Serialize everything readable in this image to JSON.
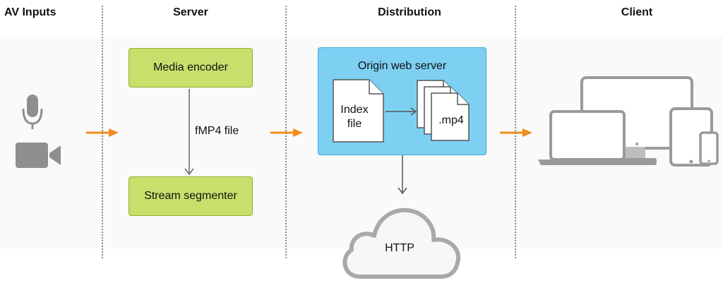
{
  "headers": {
    "av_inputs": "AV Inputs",
    "server": "Server",
    "distribution": "Distribution",
    "client": "Client"
  },
  "server": {
    "encoder": "Media encoder",
    "segmenter": "Stream segmenter",
    "arrow_label": "fMP4 file"
  },
  "distribution": {
    "origin_title": "Origin web server",
    "index_line1": "Index",
    "index_line2": "file",
    "segment_label": ".mp4",
    "cloud_label": "HTTP"
  },
  "icons": {
    "av": [
      "microphone-icon",
      "video-camera-icon"
    ],
    "client": [
      "laptop-icon",
      "desktop-monitor-icon",
      "tablet-icon",
      "phone-icon"
    ]
  },
  "colors": {
    "flow_arrow": "#f28c1c",
    "green_fill": "#c8e06b",
    "blue_fill": "#7ed0f2",
    "icon_gray": "#8f8f8f"
  }
}
